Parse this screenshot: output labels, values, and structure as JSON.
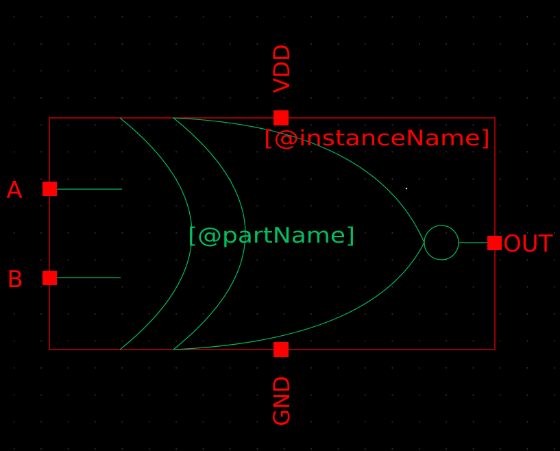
{
  "colors": {
    "background": "#000000",
    "grid_dot": "#5a5a5a",
    "symbol_outline": "#ff0000",
    "pin": "#ff0000",
    "gate": "#00c060"
  },
  "symbol": {
    "type": "XNOR gate schematic symbol",
    "instance_name_label": "[@instanceName]",
    "part_name_label": "[@partName]"
  },
  "pins": {
    "a": "A",
    "b": "B",
    "out": "OUT",
    "vdd": "VDD",
    "gnd": "GND"
  }
}
